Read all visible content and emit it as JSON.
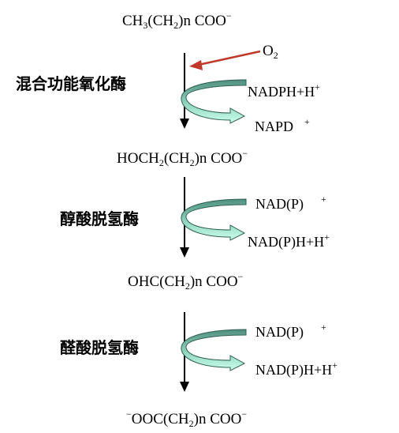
{
  "compounds": {
    "c1": {
      "a": "CH",
      "s1": "3",
      "b": "(CH",
      "s2": "2",
      "c": ")n  COO",
      "sup": "−"
    },
    "c2": {
      "a": "HOCH",
      "s1": "2",
      "b": "(CH",
      "s2": "2",
      "c": ")n  COO",
      "sup": "−"
    },
    "c3": {
      "a": "OHC(CH",
      "s1": "2",
      "b": ")n  COO",
      "sup": "−"
    },
    "c4": {
      "pre": "−",
      "a": "OOC(CH",
      "s1": "2",
      "b": ")n  COO",
      "sup": "−"
    }
  },
  "oxygen": {
    "label": "O",
    "sub": "2"
  },
  "enzymes": {
    "e1": "混合功能氧化酶",
    "e2": "醇酸脱氢酶",
    "e3": "醛酸脱氢酶"
  },
  "cofactors": {
    "s1_in": {
      "text": "NADPH+H",
      "sup": "+"
    },
    "s1_out": {
      "text": "NAPD",
      "sup": "+"
    },
    "s2_in": {
      "text": "NAD(P)",
      "sup": "+"
    },
    "s2_out": {
      "text": "NAD(P)H+H",
      "sup": "+"
    },
    "s3_in": {
      "text": "NAD(P)",
      "sup": "+"
    },
    "s3_out": {
      "text": "NAD(P)H+H",
      "sup": "+"
    }
  },
  "colors": {
    "arrow_main": "#000000",
    "oxygen_arrow": "#c0392b",
    "curve_fill_light": "#ccffee",
    "curve_fill_dark": "#5a9a88",
    "curve_stroke": "#2f5e52"
  }
}
